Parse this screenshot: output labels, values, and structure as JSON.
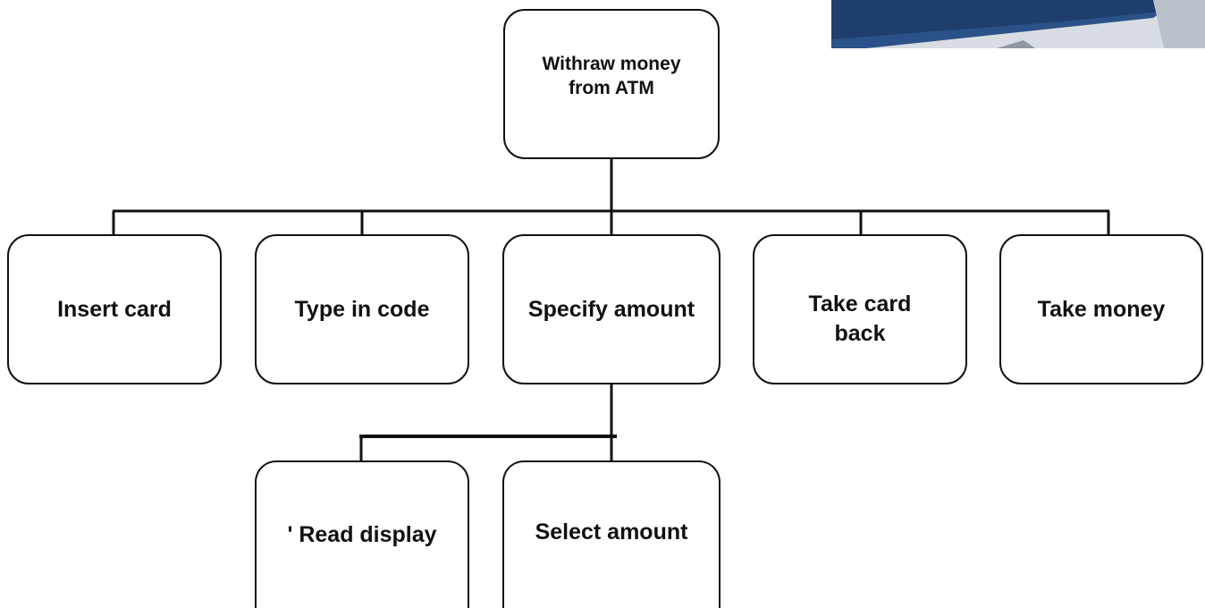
{
  "diagram": {
    "root": {
      "label": "Withraw money\nfrom ATM"
    },
    "steps": [
      {
        "label": "Insert card"
      },
      {
        "label": "Type in code"
      },
      {
        "label": "Specify amount"
      },
      {
        "label": "Take card\nback"
      },
      {
        "label": "Take money"
      }
    ],
    "substeps": [
      {
        "label": "' Read display"
      },
      {
        "label": "Select amount"
      }
    ]
  },
  "colors": {
    "line": "#111111",
    "box_border": "#111111",
    "text": "#111111",
    "corner_deco_dark": "#1e3f6e",
    "corner_deco_light": "#d8dde3"
  }
}
